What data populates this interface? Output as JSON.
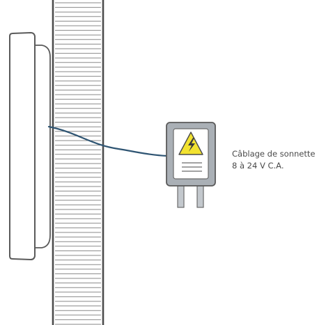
{
  "label": {
    "line1": "Câblage de sonnette",
    "line2": "8 à 24 V C.A."
  },
  "icons": {
    "doorbell": "doorbell-device",
    "wall": "wall-section",
    "transformer": "transformer-icon",
    "warning": "high-voltage-warning-icon",
    "wire": "doorbell-wire"
  },
  "colors": {
    "stroke": "#5a5a5a",
    "wire": "#2f5573",
    "transformer_body": "#aab0b6",
    "transformer_panel": "#ffffff",
    "warning_yellow": "#f2e230",
    "prongs": "#c3c8cd"
  }
}
